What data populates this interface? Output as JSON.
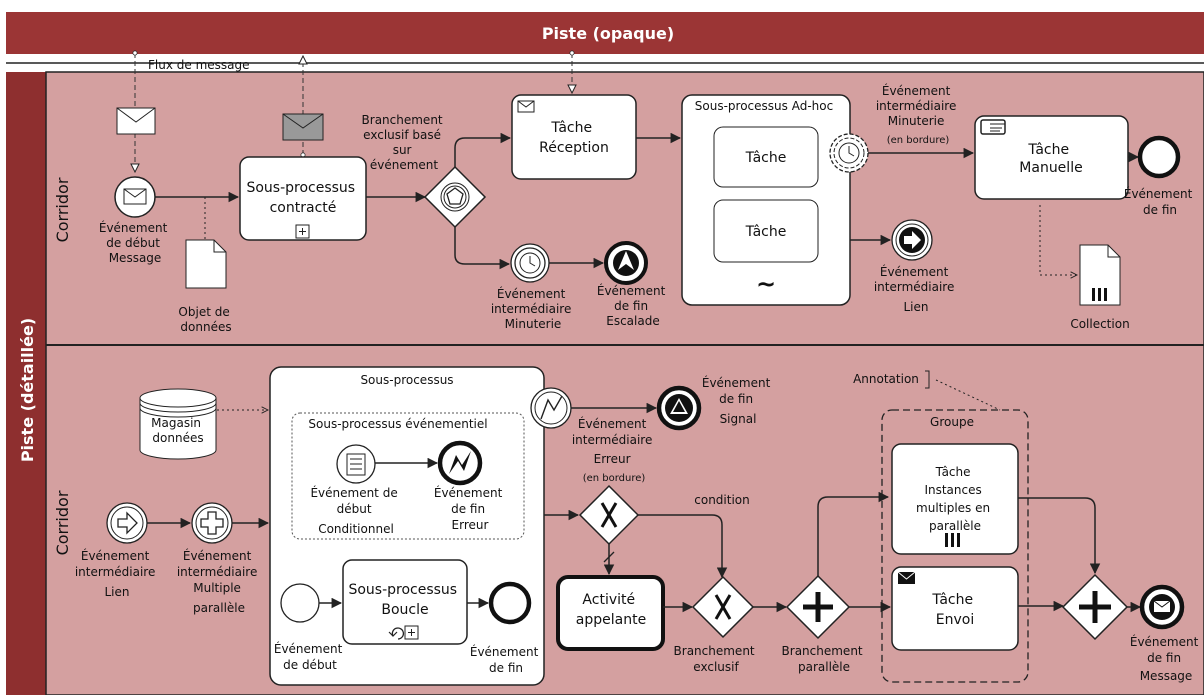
{
  "pool": {
    "header_title": "Piste (opaque)",
    "side_title": "Piste (détaillée)",
    "lanes": [
      "Corridor",
      "Corridor"
    ],
    "colors": {
      "header": "#9b3535",
      "lane_fill": "#d4a0a0",
      "side": "#8e2f2f",
      "line": "#222222"
    }
  },
  "upper": {
    "message_flow_label": "Flux de message",
    "start_message_event": [
      "Événement",
      "de début",
      "Message"
    ],
    "data_object": [
      "Objet de",
      "données"
    ],
    "subprocess_contracted": [
      "Sous-processus",
      "contracté"
    ],
    "event_gateway": [
      "Branchement",
      "exclusif basé",
      "sur",
      "événement"
    ],
    "receive_task": [
      "Tâche",
      "Réception"
    ],
    "timer_event": [
      "Événement",
      "intermédiaire",
      "Minuterie"
    ],
    "escalation_end": [
      "Événement",
      "de fin",
      "Escalade"
    ],
    "adhoc_title": "Sous-processus Ad-hoc",
    "adhoc_task1": "Tâche",
    "adhoc_task2": "Tâche",
    "adhoc_marker": "~",
    "boundary_timer": [
      "Événement",
      "intermédiaire",
      "Minuterie",
      "(en bordure)"
    ],
    "link_event": [
      "Événement",
      "intermédiaire",
      "Lien"
    ],
    "manual_task": [
      "Tâche",
      "Manuelle"
    ],
    "end_event": [
      "Événement",
      "de fin"
    ],
    "collection": "Collection"
  },
  "lower": {
    "data_store": [
      "Magasin",
      "données"
    ],
    "subprocess_title": "Sous-processus",
    "event_subprocess_title": "Sous-processus événementiel",
    "conditional_start": [
      "Événement de",
      "début",
      "Conditionnel"
    ],
    "error_end": [
      "Événement",
      "de fin",
      "Erreur"
    ],
    "loop_subprocess": [
      "Sous-processus",
      "Boucle"
    ],
    "start_event": [
      "Événement",
      "de début"
    ],
    "end_event": [
      "Événement",
      "de fin"
    ],
    "link_event": [
      "Événement",
      "intermédiaire",
      "Lien"
    ],
    "multiple_parallel": [
      "Événement",
      "intermédiaire",
      "Multiple",
      "parallèle"
    ],
    "boundary_error": [
      "Événement",
      "intermédiaire",
      "Erreur",
      "(en bordure)"
    ],
    "signal_end": [
      "Événement",
      "de fin",
      "Signal"
    ],
    "condition_label": "condition",
    "call_activity": [
      "Activité",
      "appelante"
    ],
    "exclusive_gateway": [
      "Branchement",
      "exclusif"
    ],
    "parallel_gateway": [
      "Branchement",
      "parallèle"
    ],
    "annotation": "Annotation",
    "group": "Groupe",
    "mi_task": [
      "Tâche",
      "Instances",
      "multiples en",
      "parallèle"
    ],
    "send_task": [
      "Tâche",
      "Envoi"
    ],
    "message_end": [
      "Événement",
      "de fin",
      "Message"
    ]
  }
}
